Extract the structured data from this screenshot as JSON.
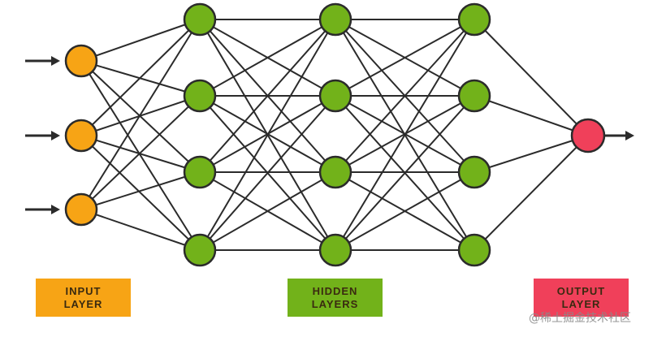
{
  "diagram": {
    "type": "feedforward-neural-network",
    "layers": [
      {
        "role": "input",
        "neurons": 3
      },
      {
        "role": "hidden",
        "neurons": 4
      },
      {
        "role": "hidden",
        "neurons": 4
      },
      {
        "role": "hidden",
        "neurons": 4
      },
      {
        "role": "output",
        "neurons": 1
      }
    ],
    "connectivity": "fully-connected between adjacent layers",
    "input_arrows": 3,
    "output_arrows": 1
  },
  "labels": {
    "input": {
      "line1": "INPUT",
      "line2": "LAYER"
    },
    "hidden": {
      "line1": "HIDDEN",
      "line2": "LAYERS"
    },
    "output": {
      "line1": "OUTPUT",
      "line2": "LAYER"
    }
  },
  "watermark": "@稀土掘金技术社区",
  "colors": {
    "input_node": "#f7a415",
    "hidden_node": "#72b21a",
    "output_node": "#f0405a",
    "node_stroke": "#2b2b2b",
    "edge": "#2b2b2b",
    "input_label_bg": "#f7a415",
    "hidden_label_bg": "#72b21a",
    "output_label_bg": "#f0405a",
    "label_text": "#3a2a10"
  }
}
